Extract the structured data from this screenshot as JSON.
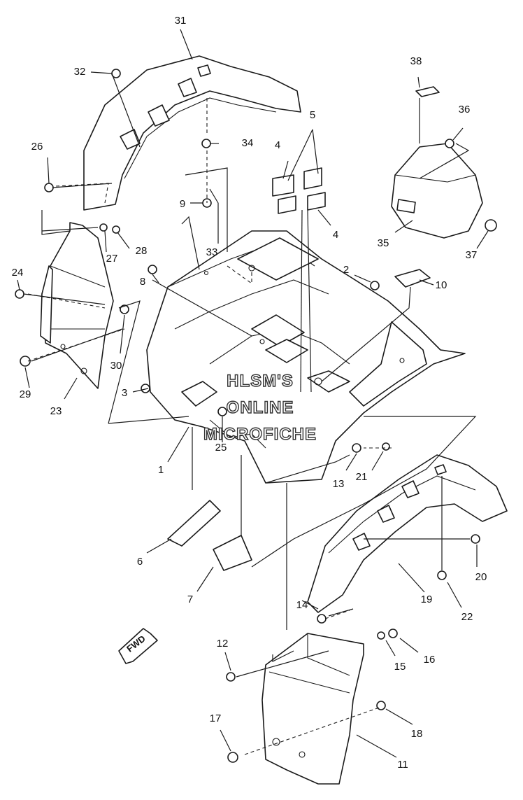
{
  "watermark": {
    "line1": "HLSM'S",
    "line2": "ONLINE",
    "line3": "MICROFICHE"
  },
  "direction_badge": "FWD",
  "callouts": [
    "1",
    "2",
    "3",
    "4",
    "4",
    "5",
    "6",
    "7",
    "8",
    "9",
    "10",
    "11",
    "12",
    "13",
    "14",
    "15",
    "16",
    "17",
    "18",
    "19",
    "20",
    "21",
    "22",
    "23",
    "24",
    "25",
    "26",
    "27",
    "28",
    "29",
    "30",
    "31",
    "32",
    "33",
    "34",
    "35",
    "36",
    "37",
    "38"
  ],
  "colors": {
    "ink": "#1a1a1a",
    "paper": "#ffffff"
  }
}
